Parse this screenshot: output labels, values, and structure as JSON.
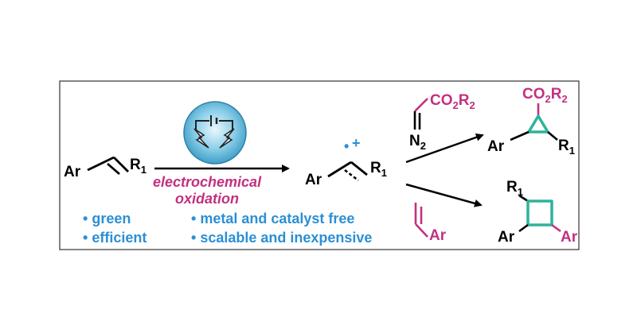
{
  "colors": {
    "frame": "#333333",
    "bond": "#000000",
    "magenta": "#c2317f",
    "blue": "#2b8fd4",
    "ring": "#2fb39a",
    "badge": "#5cb8dc"
  },
  "icons": {
    "badge": "electrode-lightning-icon"
  },
  "start": {
    "ar": "Ar",
    "r": "R",
    "r_sub": "1"
  },
  "arrow_main": {
    "line1": "electrochemical",
    "line2": "oxidation"
  },
  "radical_cation": {
    "ar": "Ar",
    "r": "R",
    "r_sub": "1",
    "dot": "•",
    "plus": "+"
  },
  "diazo": {
    "co": "CO",
    "co_sub": "2",
    "r": "R",
    "r_sub": "2",
    "n": "N",
    "n_sub": "2"
  },
  "alkene": {
    "ar": "Ar"
  },
  "cyclopropane": {
    "co": "CO",
    "co_sub": "2",
    "r": "R",
    "r_sub": "2",
    "ar": "Ar",
    "r1": "R",
    "r1_sub": "1"
  },
  "cyclobutane": {
    "r1": "R",
    "r1_sub": "1",
    "ar1": "Ar",
    "ar2": "Ar"
  },
  "features": {
    "bullet": "•",
    "left": [
      "green",
      "efficient"
    ],
    "right": [
      "metal and catalyst free",
      "scalable and inexpensive"
    ]
  }
}
